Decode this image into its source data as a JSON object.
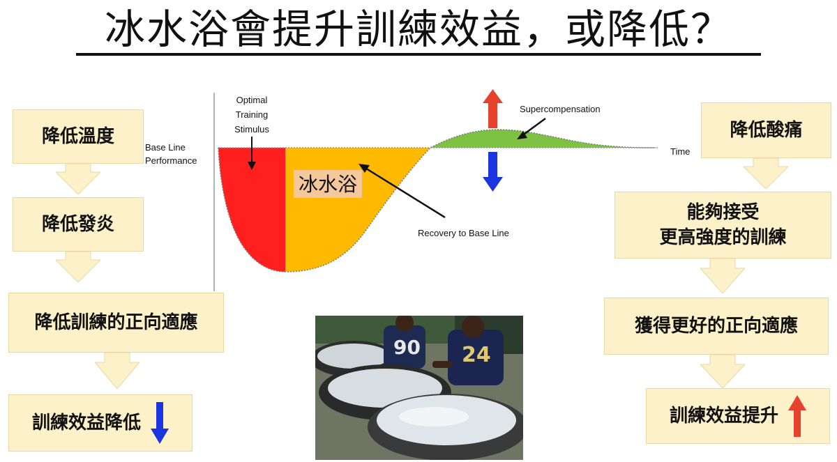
{
  "title": "冰水浴會提升訓練效益，或降低？",
  "left_flow": [
    "降低溫度",
    "降低發炎",
    "降低訓練的正向適應",
    "訓練效益降低"
  ],
  "right_flow": [
    "降低酸痛",
    "能夠接受\n更高強度的訓練",
    "獲得更好的正向適應",
    "訓練效益提升"
  ],
  "graph": {
    "baseline_label_1": "Base Line",
    "baseline_label_2": "Performance",
    "stimulus_label_1": "Optimal",
    "stimulus_label_2": "Training",
    "stimulus_label_3": "Stimulus",
    "ice_bath_label": "冰水浴",
    "recovery_label": "Recovery to Base Line",
    "supercomp_label": "Supercompensation",
    "time_label": "Time"
  },
  "colors": {
    "box_fill": "#fdf1c9",
    "flow_arrow": "#fdf1c9",
    "stimulus_red": "#ff1f1f",
    "recovery_orange": "#ffba00",
    "supercomp_green": "#7dc242",
    "up_arrow": "#e5432e",
    "down_arrow": "#1a35e0"
  },
  "photo": {
    "jersey_number_1": "90",
    "jersey_number_2": "24"
  }
}
